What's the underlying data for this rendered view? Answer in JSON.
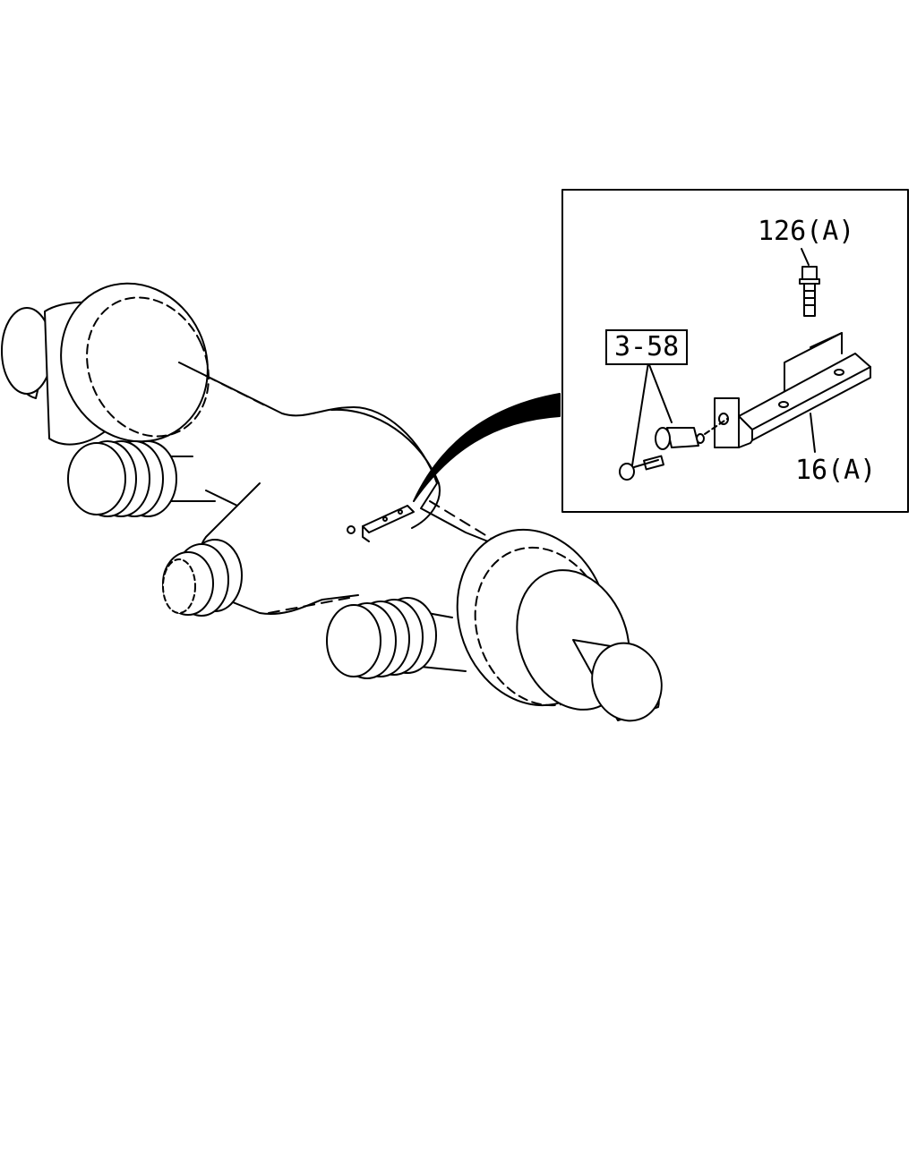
{
  "callouts": {
    "bolt": "126(A)",
    "bracket": "16(A)",
    "reference": "3-58"
  },
  "colors": {
    "line": "#000000",
    "background": "#ffffff"
  }
}
